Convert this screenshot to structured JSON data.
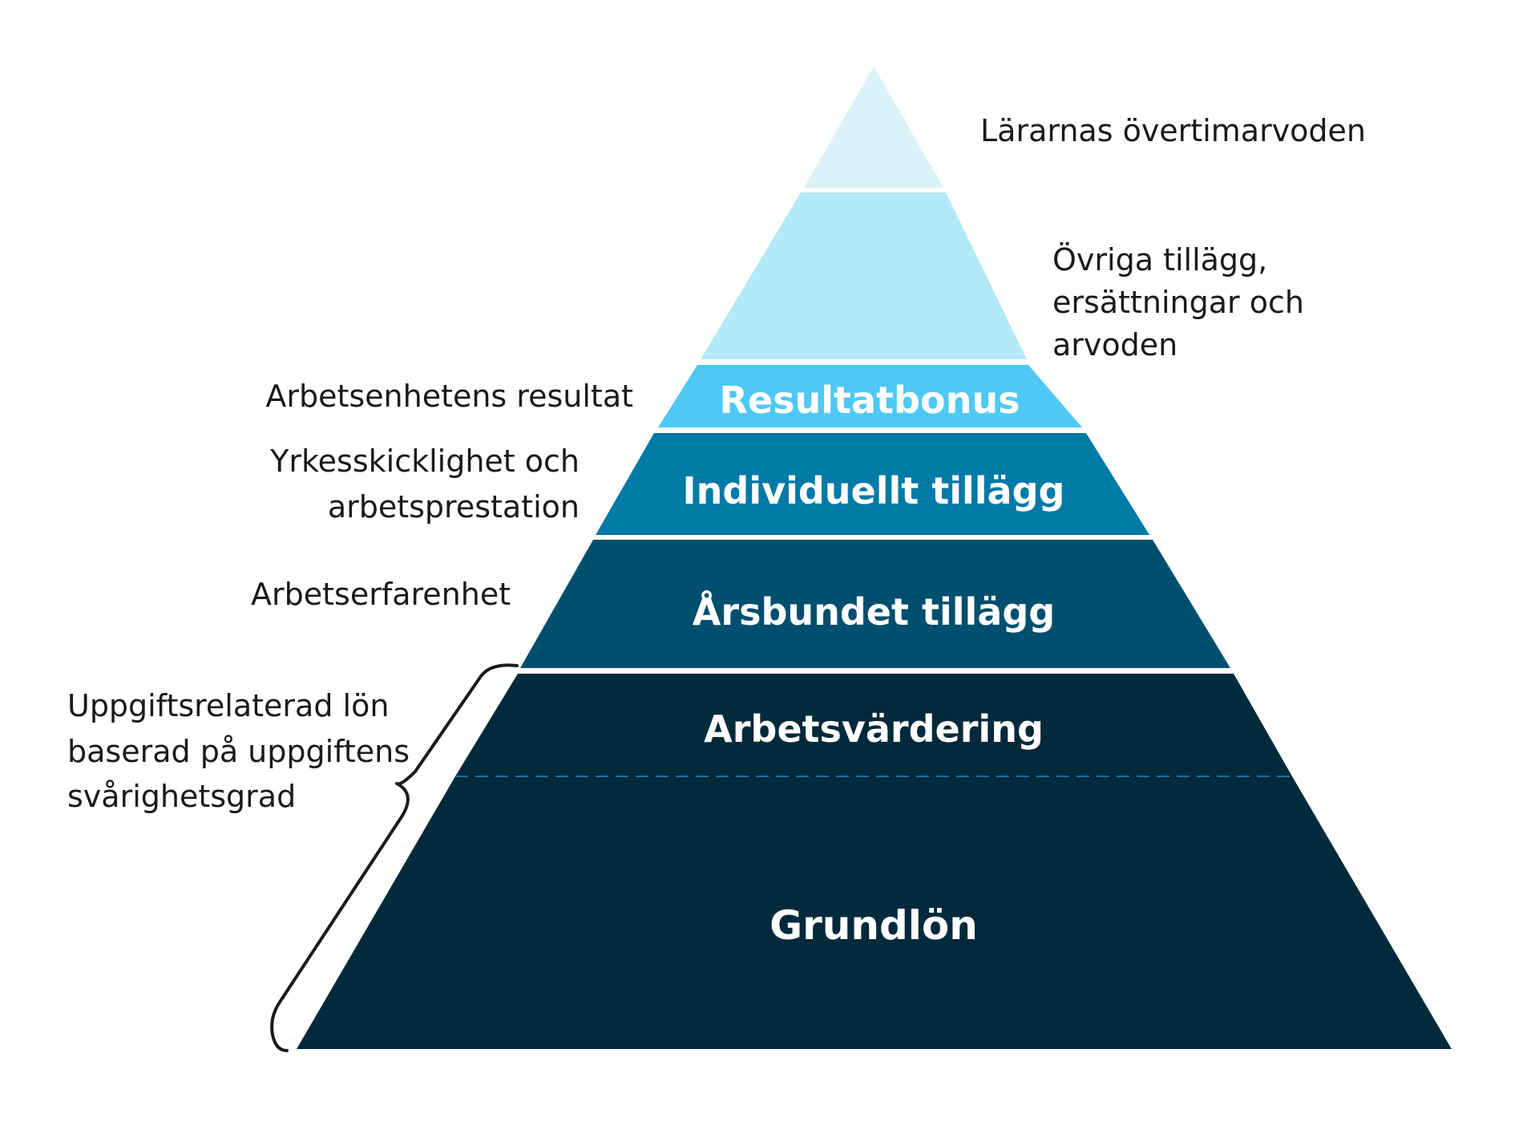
{
  "diagram": {
    "tiers": [
      {
        "id": "tier-overtime",
        "label": "",
        "color": "#dbf2f8"
      },
      {
        "id": "tier-other",
        "label": "",
        "color": "#b3e9f8"
      },
      {
        "id": "tier-resultatbonus",
        "label": "Resultatbonus",
        "color": "#4fc8f5"
      },
      {
        "id": "tier-individuellt",
        "label": "Individuellt tillägg",
        "color": "#007aa6"
      },
      {
        "id": "tier-arsbundet",
        "label": "Årsbundet tillägg",
        "color": "#004f6e"
      },
      {
        "id": "tier-arbetsvardering",
        "label": "Arbetsvärdering",
        "color": "#022a3a"
      },
      {
        "id": "tier-grundlon",
        "label": "Grundlön",
        "color": "#022a3a"
      }
    ],
    "right_labels": {
      "overtime": [
        "Lärarnas övertimarvoden"
      ],
      "other": [
        "Övriga tillägg,",
        "ersättningar och",
        "arvoden"
      ]
    },
    "left_labels": {
      "resultat": [
        "Arbetsenhetens  resultat"
      ],
      "yrkes": [
        "Yrkesskicklighet och",
        "arbetsprestation"
      ],
      "erfarenhet": [
        "Arbetserfarenhet"
      ],
      "uppgift": [
        "Uppgiftsrelaterad lön",
        "baserad på uppgiftens",
        "svårighetsgrad"
      ]
    },
    "divider_color": "#1a6fa0"
  }
}
